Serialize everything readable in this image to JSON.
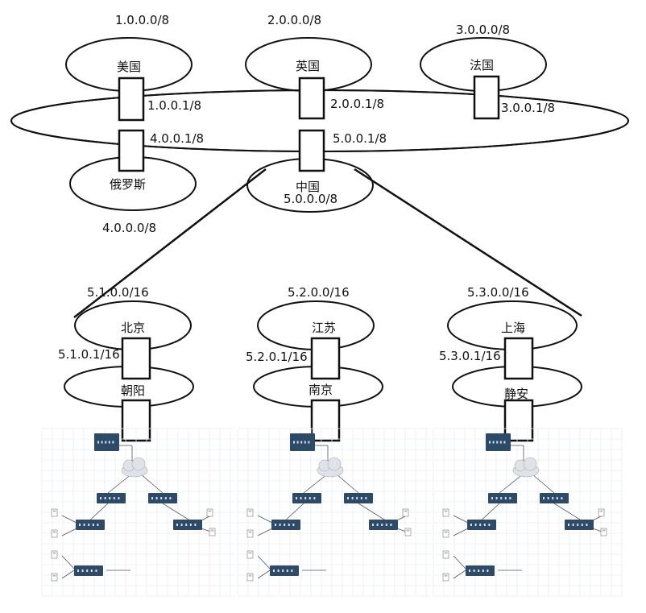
{
  "backbone": {
    "countries": [
      {
        "name": "美国",
        "network": "1.0.0.0/8",
        "router_ip": "1.0.0.1/8"
      },
      {
        "name": "英国",
        "network": "2.0.0.0/8",
        "router_ip": "2.0.0.1/8"
      },
      {
        "name": "法国",
        "network": "3.0.0.0/8",
        "router_ip": "3.0.0.1/8"
      },
      {
        "name": "俄罗斯",
        "network": "4.0.0.0/8",
        "router_ip": "4.0.0.1/8"
      },
      {
        "name": "中国",
        "network": "5.0.0.0/8",
        "router_ip": "5.0.0.1/8"
      }
    ]
  },
  "provinces": [
    {
      "name": "北京",
      "network": "5.1.0.0/16",
      "router_ip": "5.1.0.1/16",
      "city": "朝阳"
    },
    {
      "name": "江苏",
      "network": "5.2.0.0/16",
      "router_ip": "5.2.0.1/16",
      "city": "南京"
    },
    {
      "name": "上海",
      "network": "5.3.0.0/16",
      "router_ip": "5.3.0.1/16",
      "city": "静安"
    }
  ],
  "colors": {
    "line": "#111111",
    "device": "#2f4a66",
    "grid": "#e8ecf0",
    "cloud": "#dfe3e8"
  }
}
